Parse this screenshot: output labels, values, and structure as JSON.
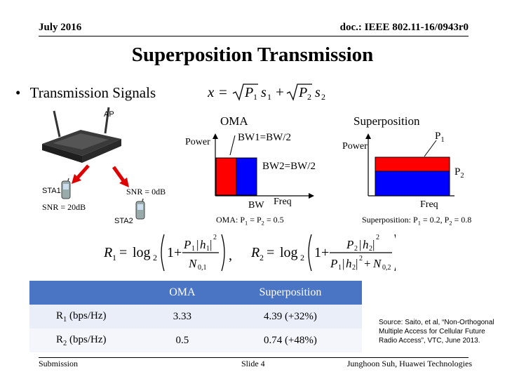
{
  "header": {
    "date": "July 2016",
    "doc": "doc.: IEEE 802.11-16/0943r0"
  },
  "slide_title": "Superposition Transmission",
  "bullet": {
    "text": "Transmission Signals",
    "equation": "x = √P1 s1 + √P2 s2"
  },
  "diagram": {
    "ap_label": "AP",
    "sta1_label": "STA1",
    "sta2_label": "STA2",
    "sta1_snr": "SNR = 20dB",
    "sta2_snr": "SNR = 0dB",
    "oma": {
      "title": "OMA",
      "power_label": "Power",
      "bw1_label": "BW1=BW/2",
      "bw2_label": "BW2=BW/2",
      "bw_label": "BW",
      "freq_label": "Freq",
      "caption": "OMA: P1 = P2 = 0.5"
    },
    "superposition": {
      "title": "Superposition",
      "power_label": "Power",
      "p1_label": "P1",
      "p2_label": "P2",
      "freq_label": "Freq",
      "caption": "Superposition: P1 = 0.2, P2 = 0.8"
    }
  },
  "formulas": {
    "r1": "R1 = log2(1 + P1|h1|² / N0,1)",
    "r2": "R2 = log2(1 + P2|h2|² / (P1|h2|² + N0,2))"
  },
  "table": {
    "headers": [
      "",
      "OMA",
      "Superposition"
    ],
    "rows": [
      {
        "label_main": "R",
        "label_sub": "1",
        "label_unit": " (bps/Hz)",
        "oma": "3.33",
        "sup": "4.39 (+32%)"
      },
      {
        "label_main": "R",
        "label_sub": "2",
        "label_unit": " (bps/Hz)",
        "oma": "0.5",
        "sup": "0.74 (+48%)"
      }
    ]
  },
  "source_note": "Source: Saito, et al, “Non-Orthogonal Multiple Access for Cellular Future Radio Access”, VTC, June 2013.",
  "footer": {
    "left": "Submission",
    "center": "Slide 4",
    "right": "Junghoon Suh, Huawei Technologies"
  },
  "colors": {
    "red": "#ff0000",
    "blue": "#0000ff",
    "table_header": "#4a74c4"
  }
}
